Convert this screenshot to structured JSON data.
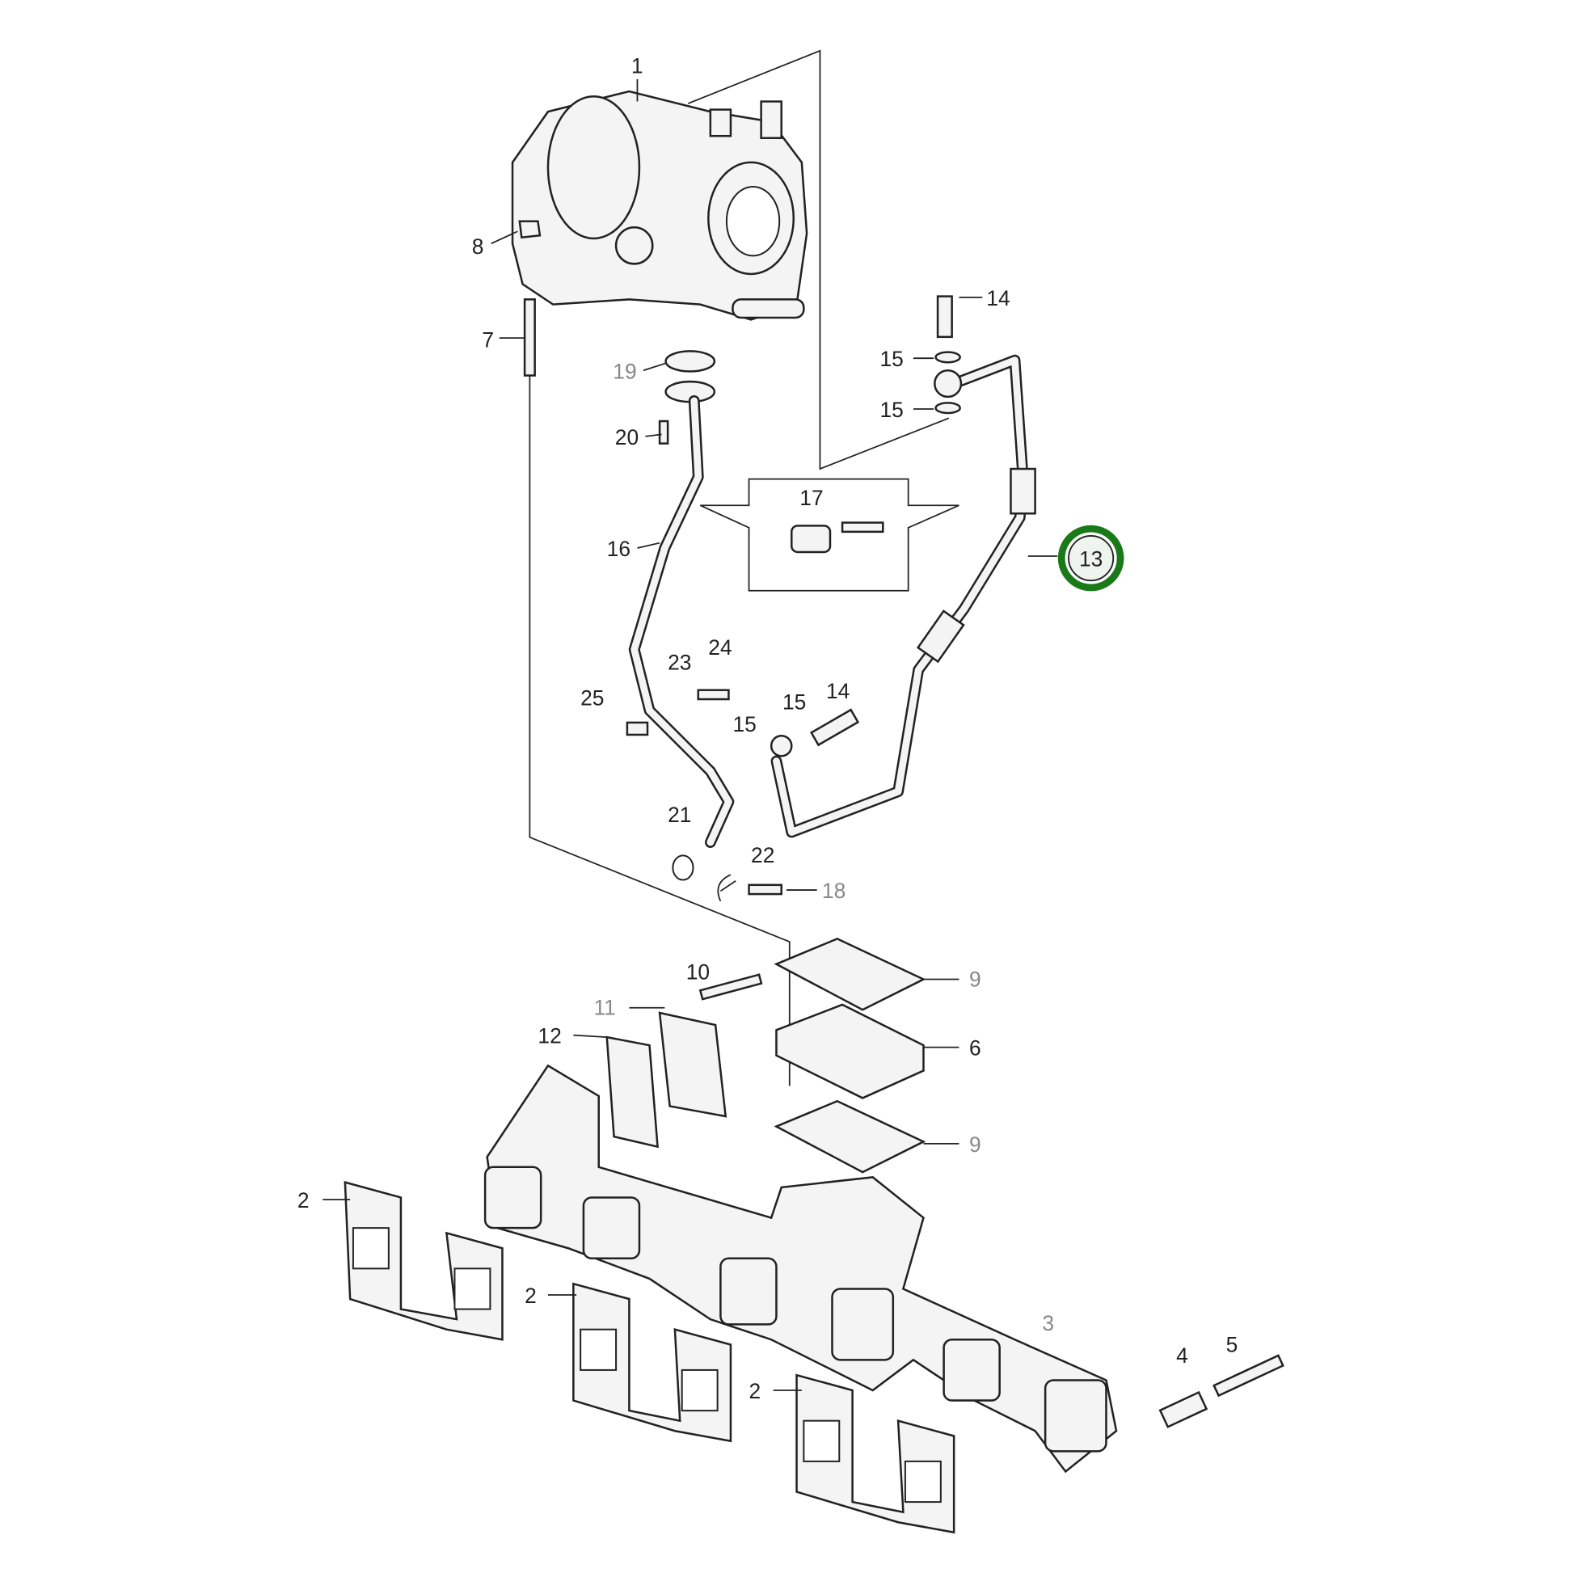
{
  "diagram": {
    "callouts": [
      "1",
      "2",
      "2",
      "2",
      "3",
      "4",
      "5",
      "6",
      "7",
      "8",
      "9",
      "9",
      "10",
      "11",
      "12",
      "13",
      "14",
      "14",
      "15",
      "15",
      "15",
      "15",
      "16",
      "17",
      "18",
      "19",
      "20",
      "21",
      "22",
      "23",
      "24",
      "25"
    ],
    "highlighted_callout": "13",
    "highlight_color": "#1a7a1a"
  }
}
